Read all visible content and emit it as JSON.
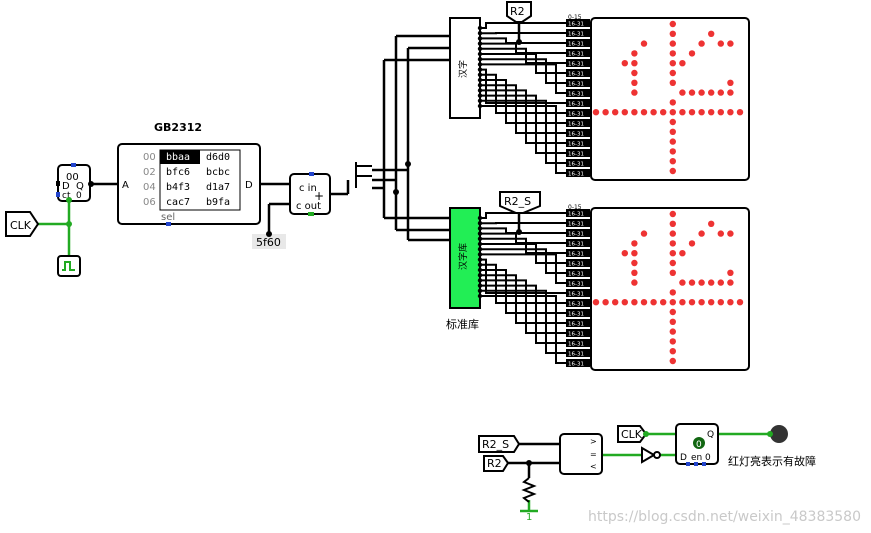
{
  "title": "GB2312",
  "rom": {
    "address_labels": [
      "00",
      "02",
      "04",
      "06"
    ],
    "rows": [
      [
        "bbaa",
        "d6d0"
      ],
      [
        "bfc6",
        "bcbc"
      ],
      [
        "b4f3",
        "d1a7"
      ],
      [
        "cac7",
        "b9fa"
      ]
    ],
    "port_a": "A",
    "port_d": "D",
    "sel": "sel"
  },
  "counter": {
    "value": "00",
    "d": "D",
    "q": "Q",
    "ct": "ct",
    "zero": "0"
  },
  "clk_label": "CLK",
  "adder": {
    "cin": "c in",
    "cout": "c out",
    "plus": "+",
    "constant": "5f60"
  },
  "library_label": "标准库",
  "lib1_text": "汉字",
  "lib2_text": "汉字库",
  "probe_top": "R2",
  "probe_bottom": "R2_S",
  "rail_label": "0-15",
  "split_label": "16-31",
  "compare": {
    "in1": "R2_S",
    "in2": "R2",
    "symbol_gt": ">",
    "symbol_eq": "=",
    "symbol_lt": "<",
    "const": "1"
  },
  "dff": {
    "clk": "CLK",
    "q": "Q",
    "d": "D",
    "en": "en",
    "zero": "0",
    "value": "0"
  },
  "fault_note": "红灯亮表示有故障",
  "watermark": "https://blog.csdn.net/weixin_48383580",
  "colors": {
    "wire_on": "#22aa22",
    "wire_off": "#000000",
    "led": "#ee3333",
    "rom_selected": "#000000",
    "lib_green": "#22ee55",
    "led_bulb": "#333333"
  }
}
